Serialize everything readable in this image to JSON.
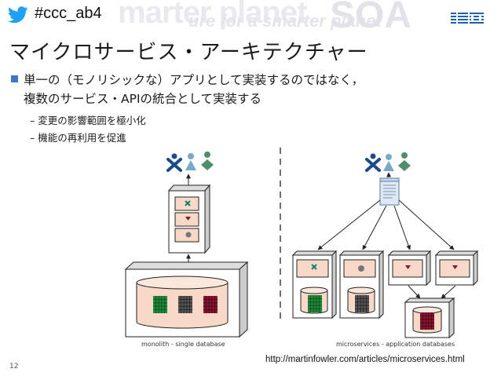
{
  "header": {
    "hashtag": "#ccc_ab4",
    "watermark": {
      "line1": "marter planet",
      "line2": "ure for a smarter planet",
      "line3": "SOA"
    },
    "logo": "IBM",
    "icons": [
      "twitter-icon",
      "ibm-logo"
    ]
  },
  "title": "マイクロサービス・アーキテクチャー",
  "bullet": {
    "line1": "単一の（モノリシックな）アプリとして実装するのではなく，",
    "line2": "複数のサービス・APIの統合として実装する",
    "sub": [
      "– 変更の影響範囲を極小化",
      "– 機能の再利用を促進"
    ]
  },
  "diagram": {
    "monolith_caption": "monolith - single database",
    "microservices_caption": "microservices - application databases"
  },
  "footer": {
    "page_number": "12",
    "url": "http://martinfowler.com/articles/microservices.html"
  },
  "colors": {
    "bullet": "#3a78c9",
    "twitter": "#1da1f2",
    "ibm": "#1f5fb0",
    "box_fill": "#f7d9c8",
    "db_green": "#1f8a3a",
    "db_gray": "#555555",
    "db_red": "#8a1530"
  }
}
